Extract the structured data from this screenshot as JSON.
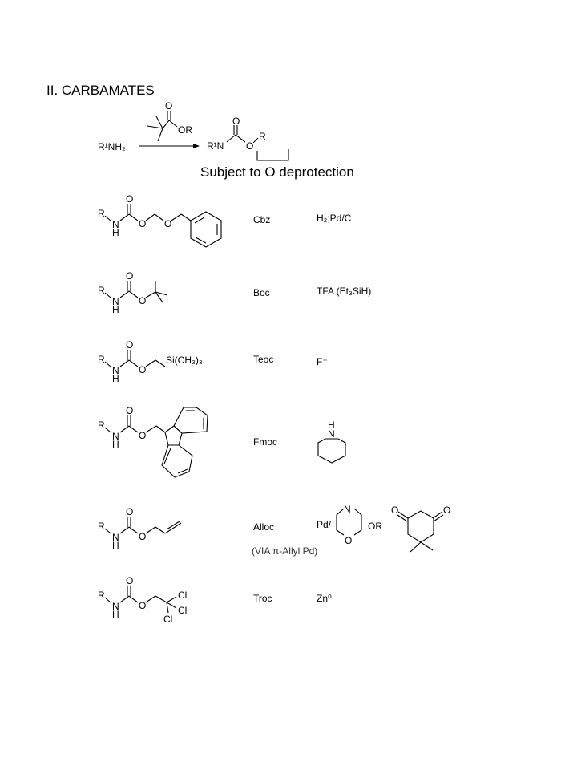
{
  "heading": "II. CARBAMATES",
  "scheme": {
    "reactant": "R¹NH₂",
    "reagent_or": "OR",
    "product_r1n": "R¹N",
    "product_o": "O",
    "product_r": "R",
    "note": "Subject to O deprotection"
  },
  "atoms": {
    "R": "R",
    "N": "N",
    "H": "H",
    "O": "O",
    "Cl": "Cl",
    "NH_ring": "H",
    "N_ring": "N"
  },
  "groups": [
    {
      "abbr": "Cbz",
      "reagent": "H₂;Pd/C"
    },
    {
      "abbr": "Boc",
      "reagent": "TFA (Et₃SiH)"
    },
    {
      "abbr": "Teoc",
      "reagent": "F⁻",
      "substituent": "Si(CH₃)₃"
    },
    {
      "abbr": "Fmoc",
      "reagent": ""
    },
    {
      "abbr": "Alloc",
      "reagent": "Pd/",
      "or": "OR",
      "note": "(VIA π-Allyl Pd)"
    },
    {
      "abbr": "Troc",
      "reagent": "Zn⁰"
    }
  ]
}
